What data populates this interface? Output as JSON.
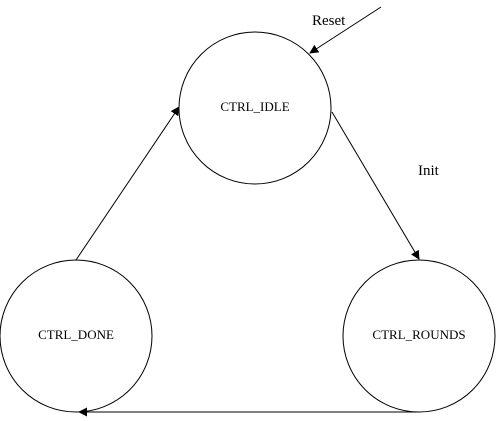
{
  "diagram": {
    "states": {
      "idle": "CTRL_IDLE",
      "rounds": "CTRL_ROUNDS",
      "done": "CTRL_DONE"
    },
    "transitions": {
      "reset": "Reset",
      "init": "Init"
    },
    "colors": {
      "stroke": "#000000",
      "background": "#ffffff"
    }
  }
}
